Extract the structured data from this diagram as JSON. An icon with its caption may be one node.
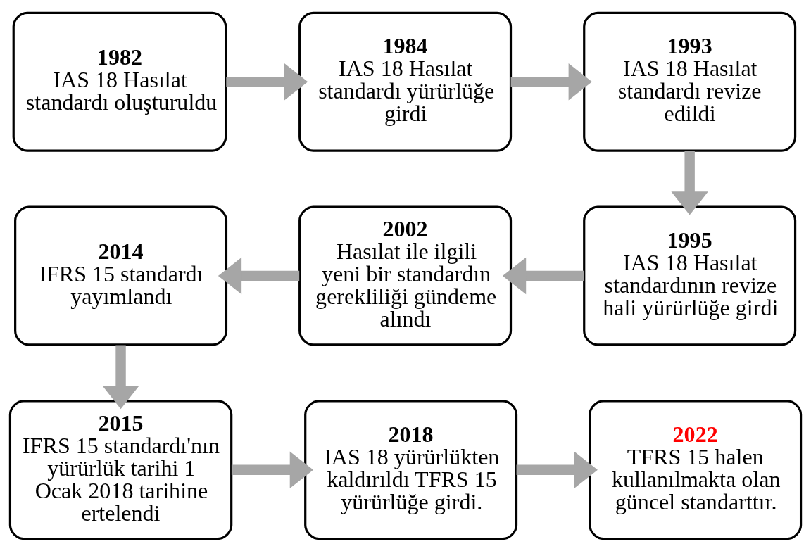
{
  "diagram": {
    "nodes": [
      {
        "text": [
          "1982",
          "IAS 18 Hasılat standardı oluşturuldu"
        ]
      },
      {
        "text": [
          "1984",
          "IAS 18 Hasılat standardı yürürlüğe girdi"
        ]
      },
      {
        "text": [
          "1993",
          "IAS 18 Hasılat standardı revize edildi"
        ]
      },
      {
        "text": [
          "1995",
          "IAS 18 Hasılat standardının revize hali yürürlüğe girdi"
        ]
      },
      {
        "text": [
          "2002",
          "Hasılat ile ilgili yeni bir standardın gerekliliği gündeme alındı"
        ]
      },
      {
        "text": [
          "2014",
          "IFRS 15 standardı yayımlandı"
        ]
      },
      {
        "text": [
          "2015",
          "IFRS 15 standardı'nın yürürlük tarihi 1 Ocak 2018 tarihine ertelendi"
        ]
      },
      {
        "text": [
          "2018",
          "IAS 18 yürürlükten kaldırıldı TFRS 15 yürürlüğe girdi."
        ]
      },
      {
        "text": [
          "2022",
          "TFRS 15 halen kullanılmakta olan güncel standarttır."
        ]
      }
    ],
    "edges": [
      {
        "from": 0,
        "to": 1,
        "arrow": "to"
      },
      {
        "from": 1,
        "to": 2,
        "arrow": "to"
      },
      {
        "from": 2,
        "to": 3,
        "arrow": "to"
      },
      {
        "from": 3,
        "to": 4,
        "arrow": "to"
      },
      {
        "from": 4,
        "to": 5,
        "arrow": "to"
      },
      {
        "from": 5,
        "to": 6,
        "arrow": "to"
      },
      {
        "from": 6,
        "to": 7,
        "arrow": "to"
      },
      {
        "from": 7,
        "to": 8,
        "arrow": "to"
      }
    ]
  }
}
